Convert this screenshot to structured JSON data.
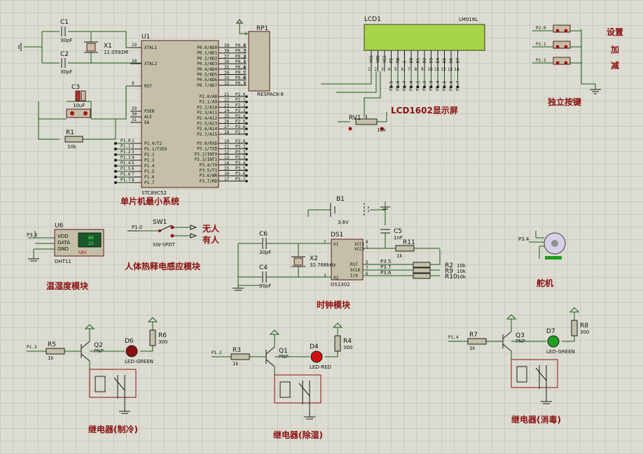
{
  "titles": {
    "mcu": "单片机最小系统",
    "lcd": "LCD1602显示屏",
    "keys": "独立按键",
    "key_set": "设置",
    "key_add": "加",
    "key_sub": "减",
    "temp": "温湿度模块",
    "pir": "人体热释电感应模块",
    "nobody": "无人",
    "somebody": "有人",
    "clock": "时钟模块",
    "servo": "舵机",
    "relay_cool": "继电器(制冷)",
    "relay_dehum": "继电器(除湿)",
    "relay_disinfect": "继电器(消毒)"
  },
  "mcu": {
    "ref": "U1",
    "part": "STC89C52",
    "left_pins": [
      {
        "num": "19",
        "name": "XTAL1"
      },
      {
        "num": "18",
        "name": "XTAL2"
      },
      {
        "num": "9",
        "name": "RST"
      },
      {
        "num": "29",
        "name": "PSEN"
      },
      {
        "num": "30",
        "name": "ALE"
      },
      {
        "num": "31",
        "name": "EA"
      },
      {
        "num": "1",
        "name": "P1.0/T2"
      },
      {
        "num": "2",
        "name": "P1.1/T2EX"
      },
      {
        "num": "3",
        "name": "P1.2"
      },
      {
        "num": "4",
        "name": "P1.3"
      },
      {
        "num": "5",
        "name": "P1.4"
      },
      {
        "num": "6",
        "name": "P1.5"
      },
      {
        "num": "7",
        "name": "P1.6"
      },
      {
        "num": "8",
        "name": "P1.7"
      }
    ],
    "p1_nets": [
      "P1.0",
      "P1.1",
      "P1.2",
      "P1.3",
      "P1.4",
      "P1.5",
      "P1.6",
      "P1.7"
    ],
    "right_p0": [
      {
        "num": "39",
        "name": "P0.0/AD0",
        "net": "P0.0"
      },
      {
        "num": "38",
        "name": "P0.1/AD1",
        "net": "P0.1"
      },
      {
        "num": "37",
        "name": "P0.2/AD2",
        "net": "P0.2"
      },
      {
        "num": "36",
        "name": "P0.3/AD3",
        "net": "P0.3"
      },
      {
        "num": "35",
        "name": "P0.4/AD4",
        "net": "P0.4"
      },
      {
        "num": "34",
        "name": "P0.5/AD5",
        "net": "P0.5"
      },
      {
        "num": "33",
        "name": "P0.6/AD6",
        "net": "P0.6"
      },
      {
        "num": "32",
        "name": "P0.7/AD7",
        "net": "P0.7"
      }
    ],
    "right_p2": [
      {
        "num": "21",
        "name": "P2.0/A8",
        "net": "P2.0"
      },
      {
        "num": "22",
        "name": "P2.1/A9",
        "net": "P2.1"
      },
      {
        "num": "23",
        "name": "P2.2/A10",
        "net": "P2.2"
      },
      {
        "num": "24",
        "name": "P2.3/A11",
        "net": "P2.3"
      },
      {
        "num": "25",
        "name": "P2.4/A12",
        "net": "P2.4"
      },
      {
        "num": "26",
        "name": "P2.5/A13",
        "net": "P2.5"
      },
      {
        "num": "27",
        "name": "P2.6/A14",
        "net": "P2.6"
      },
      {
        "num": "28",
        "name": "P2.7/A15",
        "net": "P2.7"
      }
    ],
    "right_p3": [
      {
        "num": "10",
        "name": "P3.0/RXD",
        "net": "P3.0"
      },
      {
        "num": "11",
        "name": "P3.1/TXD",
        "net": "P3.1"
      },
      {
        "num": "12",
        "name": "P3.2/INT0",
        "net": "P3.2"
      },
      {
        "num": "13",
        "name": "P3.3/INT1",
        "net": "P3.3"
      },
      {
        "num": "14",
        "name": "P3.4/T0",
        "net": "P3.4"
      },
      {
        "num": "15",
        "name": "P3.5/T1",
        "net": "P3.5"
      },
      {
        "num": "16",
        "name": "P3.6/WR",
        "net": "P3.6"
      },
      {
        "num": "17",
        "name": "P3.7/RD",
        "net": "P3.7"
      }
    ]
  },
  "parts": {
    "c1": {
      "ref": "C1",
      "val": "30pF"
    },
    "c2": {
      "ref": "C2",
      "val": "30pF"
    },
    "c3": {
      "ref": "C3",
      "val": "10uF"
    },
    "x1": {
      "ref": "X1",
      "val": "11.0592M"
    },
    "r1": {
      "ref": "R1",
      "val": "10k"
    },
    "rp1": {
      "ref": "RP1",
      "val": "RESPACK-8",
      "pin1": "1",
      "pins": [
        "2",
        "3",
        "4",
        "5",
        "6",
        "7",
        "8",
        "9"
      ]
    },
    "lcd": {
      "ref": "LCD1",
      "model": "LM016L",
      "pins_top": [
        "VSS",
        "VDD",
        "VEE",
        "RS",
        "RW",
        "E",
        "D0",
        "D1",
        "D2",
        "D3",
        "D4",
        "D5",
        "D6",
        "D7"
      ],
      "nums": [
        "1",
        "2",
        "3",
        "4",
        "5",
        "6",
        "7",
        "8",
        "9",
        "10",
        "11",
        "12",
        "13",
        "14"
      ],
      "nets": [
        "P2.5",
        "P2.6",
        "P2.7",
        "P0.0",
        "P0.1",
        "P0.2",
        "P0.3",
        "P0.4",
        "P0.5",
        "P0.6",
        "P0.7"
      ]
    },
    "rv1": {
      "ref": "RV1",
      "val": "10k"
    },
    "keys": [
      "P2.0",
      "P2.1",
      "P2.2"
    ],
    "u6": {
      "ref": "U6",
      "model": "DHT11",
      "net": "P3.3",
      "pins": [
        "VDD",
        "DATA",
        "GND"
      ],
      "disp1": "80",
      "disp2": "22",
      "disp_label": "%RH"
    },
    "sw1": {
      "ref": "SW1",
      "model": "SW-SPDT",
      "net": "P1.0"
    },
    "b1": {
      "ref": "B1",
      "val": "3.6V"
    },
    "c5": {
      "ref": "C5",
      "val": "1nF"
    },
    "c6": {
      "ref": "C6",
      "val": "30pF"
    },
    "c4": {
      "ref": "C4",
      "val": "30pF"
    },
    "x2": {
      "ref": "X2",
      "val": "32.768kHz"
    },
    "ds1": {
      "ref": "DS1",
      "model": "DS1302",
      "pins": [
        "X1",
        "X2",
        "VCC1",
        "VCC2",
        "RST",
        "SCLK",
        "I/O"
      ],
      "pin_nums": [
        "2",
        "3",
        "8",
        "1",
        "5",
        "7",
        "6"
      ]
    },
    "r11": {
      "ref": "R11",
      "val": "1k"
    },
    "r2": {
      "ref": "R2",
      "val": "10k",
      "net": "P3.5"
    },
    "r9": {
      "ref": "R9",
      "val": "10k",
      "net": "P3.7"
    },
    "r10": {
      "ref": "R10",
      "val": "10k",
      "net": "P3.6"
    },
    "servo": {
      "net": "P3.4"
    },
    "relay1": {
      "net": "P1.3",
      "r_in": {
        "ref": "R5",
        "val": "1k"
      },
      "q": {
        "ref": "Q2",
        "val": "PNP"
      },
      "led": {
        "ref": "D6",
        "val": "LED-GREEN"
      },
      "r_led": {
        "ref": "R6",
        "val": "300"
      }
    },
    "relay2": {
      "net": "P1.2",
      "r_in": {
        "ref": "R3",
        "val": "1k"
      },
      "q": {
        "ref": "Q1",
        "val": "PNP"
      },
      "led": {
        "ref": "D4",
        "val": "LED-RED"
      },
      "r_led": {
        "ref": "R4",
        "val": "300"
      }
    },
    "relay3": {
      "net": "P1.4",
      "r_in": {
        "ref": "R7",
        "val": "1k"
      },
      "q": {
        "ref": "Q3",
        "val": "PNP"
      },
      "led": {
        "ref": "D7",
        "val": "LED-GREEN"
      },
      "r_led": {
        "ref": "R8",
        "val": "300"
      }
    }
  },
  "colors": {
    "wire": "#1c5a1c",
    "title": "#8a1010",
    "lcd_screen": "#a8d44a",
    "led_red": "#d01010",
    "led_green": "#20a020",
    "grid": "#c9c9bf"
  }
}
